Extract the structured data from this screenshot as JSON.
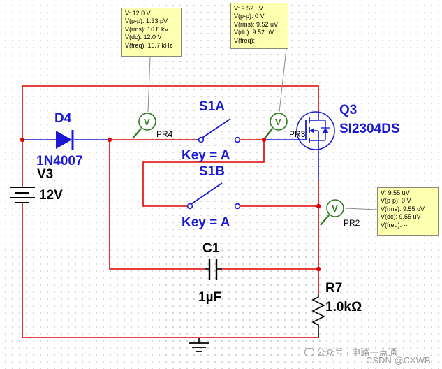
{
  "components": {
    "v3": {
      "ref": "V3",
      "value": "12V"
    },
    "d4": {
      "ref": "D4",
      "value": "1N4007"
    },
    "s1a": {
      "ref": "S1A",
      "key": "Key = A"
    },
    "s1b": {
      "ref": "S1B",
      "key": "Key = A"
    },
    "q3": {
      "ref": "Q3",
      "value": "SI2304DS"
    },
    "c1": {
      "ref": "C1",
      "value": "1µF"
    },
    "r7": {
      "ref": "R7",
      "value": "1.0kΩ"
    }
  },
  "probes": {
    "pr4": {
      "name": "PR4",
      "symbol": "V",
      "readings": [
        "V: 12.0 V",
        "V(p-p): 1.33 pV",
        "V(rms): 16.8 kV",
        "V(dc): 12.0 V",
        "V(freq): 16.7 kHz"
      ]
    },
    "pr3": {
      "name": "PR3",
      "symbol": "V",
      "readings": [
        "V: 9.52 uV",
        "V(p-p): 0 V",
        "V(rms): 9.52 uV",
        "V(dc): 9.52 uV",
        "V(freq): --"
      ]
    },
    "pr2": {
      "name": "PR2",
      "symbol": "V",
      "readings": [
        "V: 9.55 uV",
        "V(p-p): 0 V",
        "V(rms): 9.55 uV",
        "V(dc): 9.55 uV",
        "V(freq): --"
      ]
    }
  },
  "watermark": {
    "line1": "公众号 · 电路一点通",
    "line2": "CSDN @CXWB"
  },
  "colors": {
    "wire_red": "#e00000",
    "wire_blue": "#1a1ad6",
    "probe_green": "#2f7d1f",
    "probe_box_bg": "#ffffb0"
  }
}
